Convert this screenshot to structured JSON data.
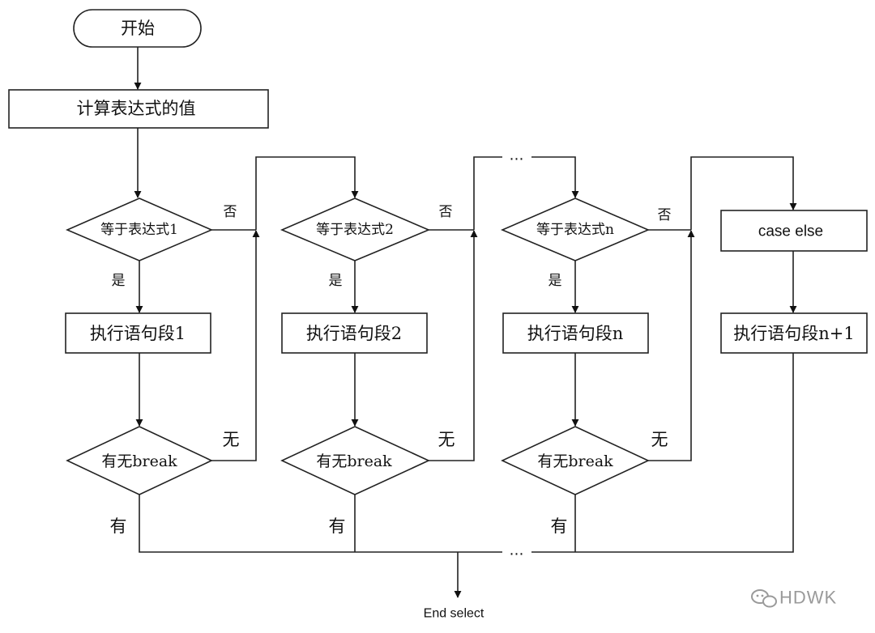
{
  "start": "开始",
  "compute": "计算表达式的值",
  "cond1": "等于表达式1",
  "cond2": "等于表达式2",
  "condn": "等于表达式n",
  "exec1": "执行语句段1",
  "exec2": "执行语句段2",
  "execn": "执行语句段n",
  "case_else": "case else",
  "exec_last": "执行语句段n+1",
  "break_check": "有无break",
  "label_no": "否",
  "label_yes": "是",
  "label_none": "无",
  "label_has": "有",
  "ellipsis": "…",
  "end": "End select",
  "watermark": "HDWK",
  "colors": {
    "stroke": "#222222",
    "fill": "#ffffff",
    "watermark": "#9a9a9a"
  }
}
